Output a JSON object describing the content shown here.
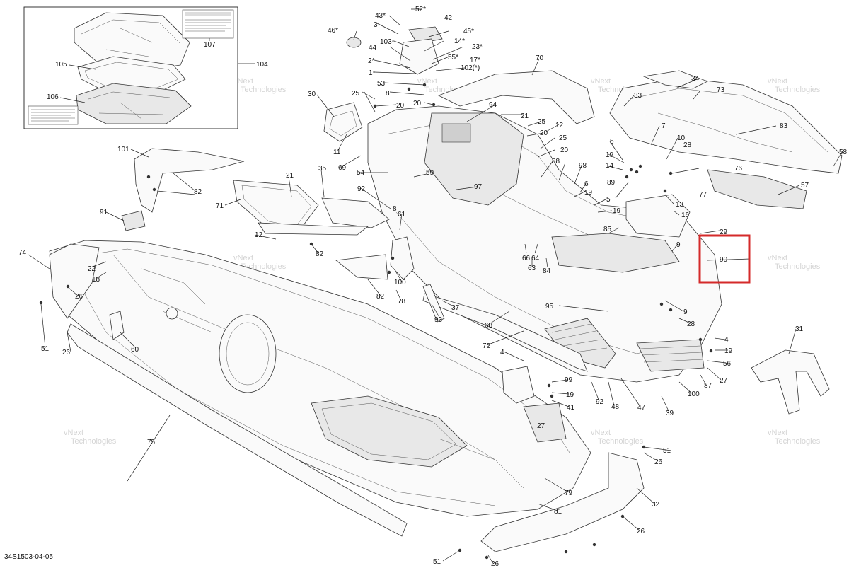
{
  "diagram_code": "34S1503-04-05",
  "watermark_text": [
    "vNext",
    "Technologies"
  ],
  "highlight_color": "#d42a2a",
  "callouts": [
    "52*",
    "42",
    "43*",
    "3",
    "46*",
    "45*",
    "103*",
    "14*",
    "23*",
    "44",
    "55*",
    "17*",
    "2*",
    "102(*)",
    "1*",
    "53",
    "8",
    "70",
    "25",
    "20",
    "20",
    "94",
    "21",
    "34",
    "73",
    "33",
    "30",
    "11",
    "69",
    "25",
    "20",
    "12",
    "83",
    "7",
    "10",
    "28",
    "58",
    "25",
    "20",
    "101",
    "88",
    "98",
    "5",
    "19",
    "14",
    "82",
    "21",
    "35",
    "54",
    "59",
    "97",
    "6",
    "19",
    "76",
    "77",
    "57",
    "13",
    "16",
    "92",
    "71",
    "8",
    "89",
    "5",
    "19",
    "61",
    "12",
    "82",
    "91",
    "74",
    "22",
    "18",
    "64",
    "66",
    "63",
    "84",
    "85",
    "29",
    "9",
    "90",
    "26",
    "100",
    "82",
    "78",
    "37",
    "95",
    "9",
    "28",
    "26",
    "51",
    "93",
    "68",
    "4",
    "19",
    "60",
    "72",
    "56",
    "31",
    "4",
    "99",
    "19",
    "100",
    "87",
    "27",
    "41",
    "92",
    "48",
    "47",
    "39",
    "27",
    "75",
    "51",
    "26",
    "79",
    "32",
    "81",
    "26",
    "51",
    "26",
    "105",
    "106",
    "107",
    "104"
  ]
}
